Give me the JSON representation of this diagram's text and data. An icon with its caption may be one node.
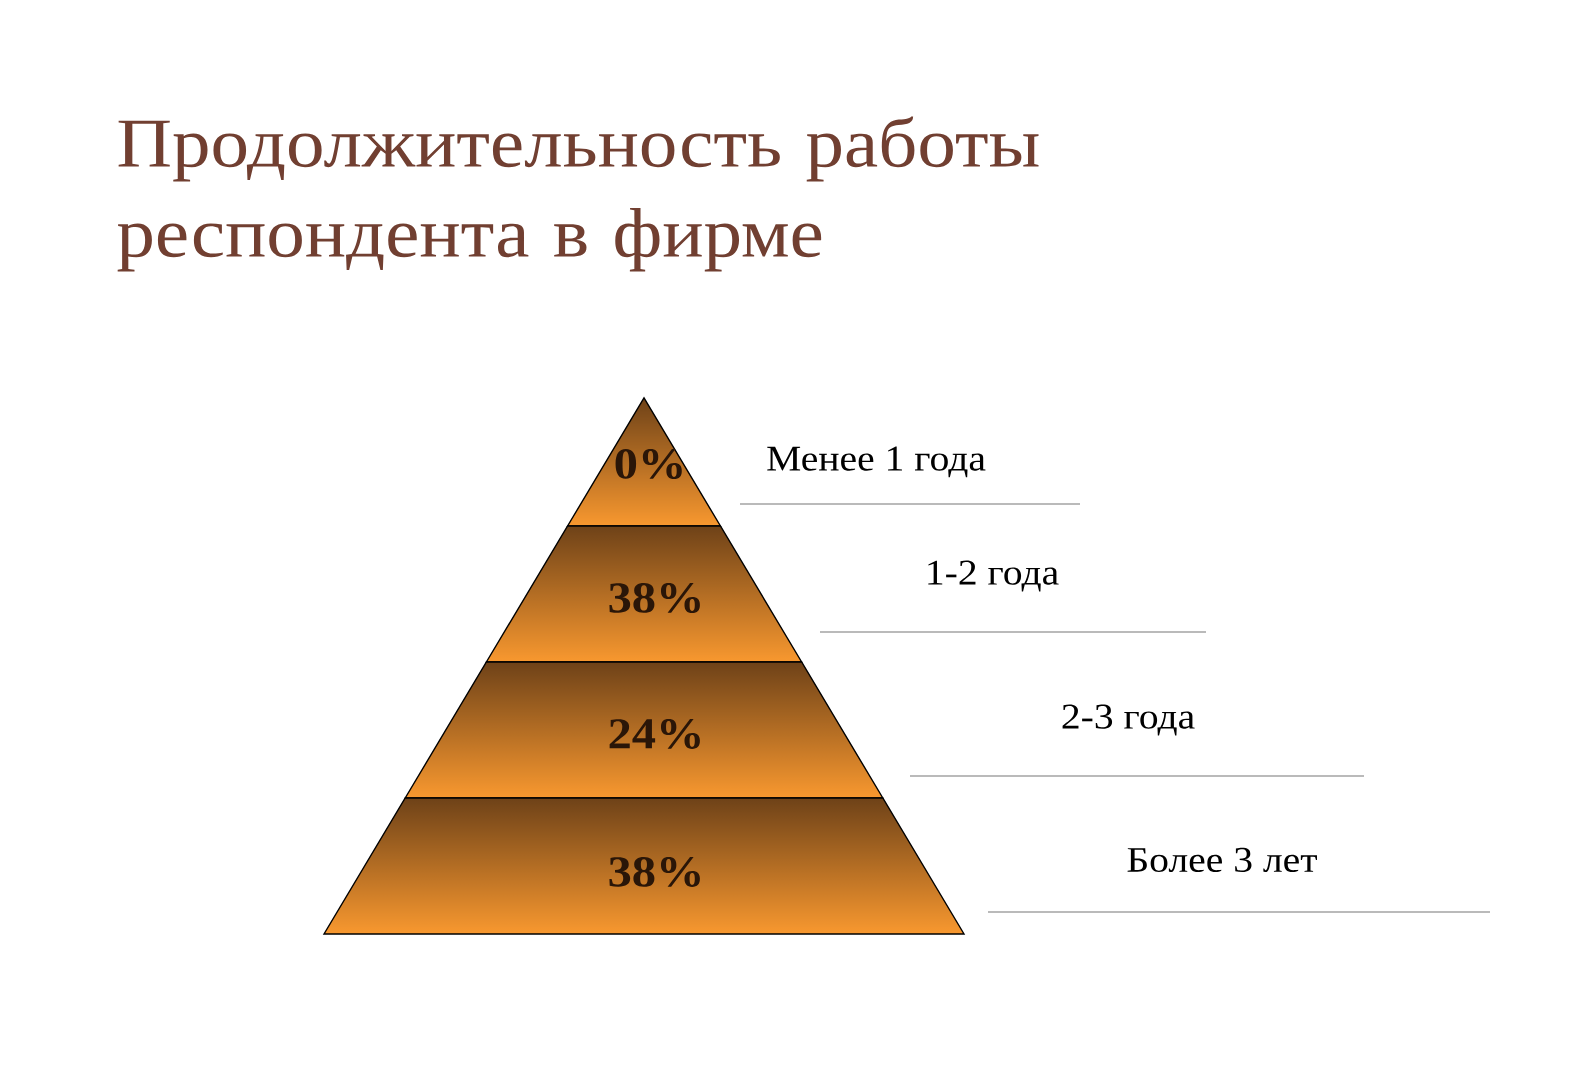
{
  "diagram": {
    "title": "Продолжительность работы респондента в фирме",
    "nodes": [
      {
        "text": [
          "0%"
        ]
      },
      {
        "text": [
          "38%"
        ]
      },
      {
        "text": [
          "24%"
        ]
      },
      {
        "text": [
          "38%"
        ]
      }
    ],
    "labels": [
      "Менее 1 года",
      "1-2 года",
      "2-3 года",
      "Более 3 лет"
    ]
  }
}
